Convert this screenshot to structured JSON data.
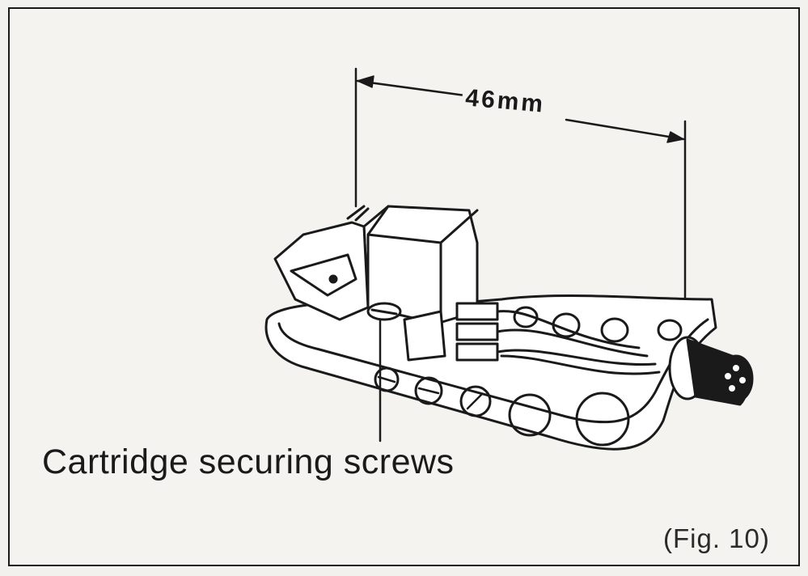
{
  "dimension": {
    "label": "46mm"
  },
  "callout": {
    "caption": "Cartridge securing screws"
  },
  "figure": {
    "label": "(Fig. 10)"
  },
  "colors": {
    "ink": "#1a1a1a",
    "paper": "#f4f3f0"
  },
  "icons": [
    "headshell-illustration",
    "dimension-arrow-icon"
  ]
}
